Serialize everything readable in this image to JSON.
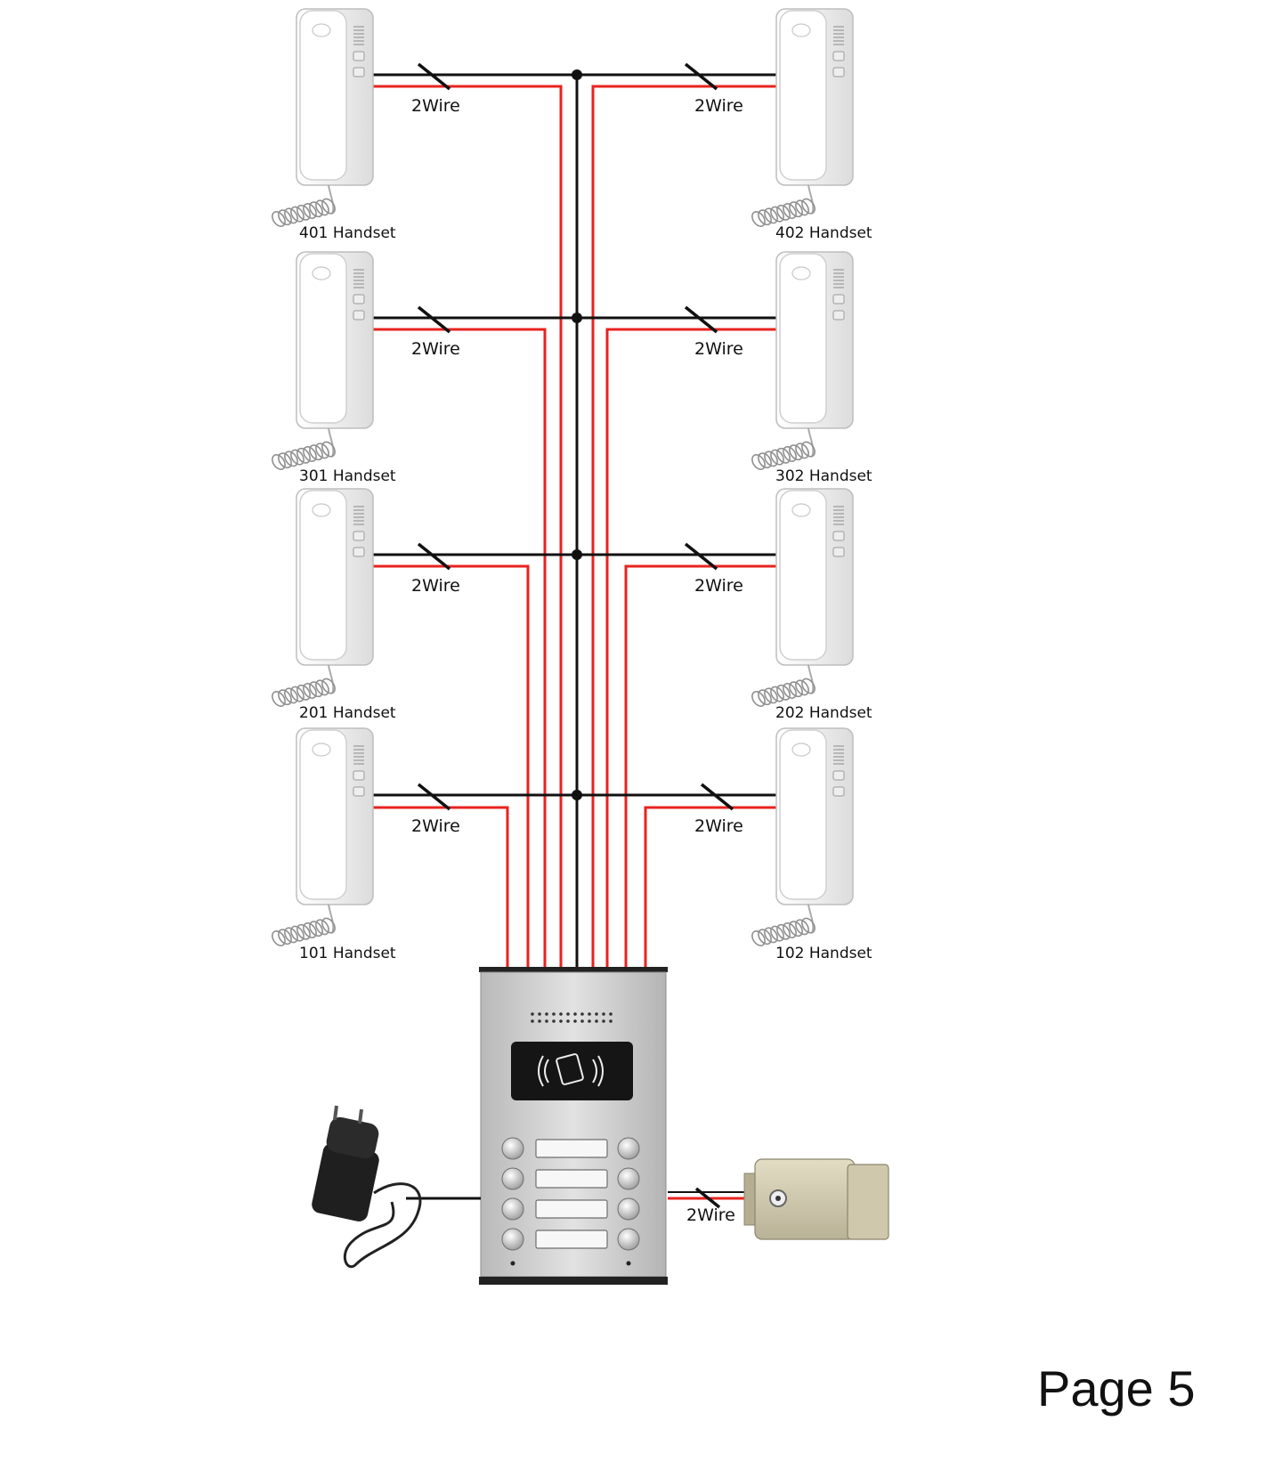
{
  "handsets": [
    {
      "label": "401 Handset",
      "wire_label": "2Wire"
    },
    {
      "label": "402 Handset",
      "wire_label": "2Wire"
    },
    {
      "label": "301 Handset",
      "wire_label": "2Wire"
    },
    {
      "label": "302 Handset",
      "wire_label": "2Wire"
    },
    {
      "label": "201 Handset",
      "wire_label": "2Wire"
    },
    {
      "label": "202 Handset",
      "wire_label": "2Wire"
    },
    {
      "label": "101 Handset",
      "wire_label": "2Wire"
    },
    {
      "label": "102 Handset",
      "wire_label": "2Wire"
    }
  ],
  "lock_wire_label": "2Wire",
  "page_label": "Page 5",
  "colors": {
    "wire_red": "#e8231f",
    "wire_black": "#111111",
    "handset_body": "#f2f2f2",
    "panel_steel": "#c9c9c9",
    "lock_body": "#d6cfb4"
  }
}
